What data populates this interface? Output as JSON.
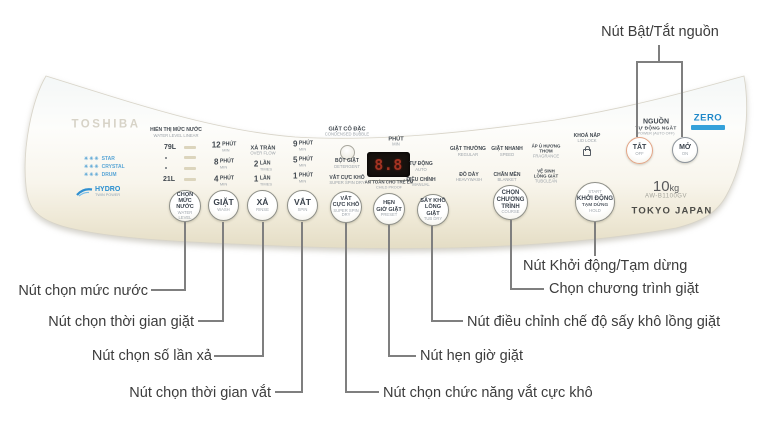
{
  "colors": {
    "accent_blue": "#2a8fd0",
    "power_off_ring": "#e3a586",
    "display_digit_red": "#b03c28",
    "panel_cream": "#e8e2cc",
    "callout_line_gray": "#7f7f7f"
  },
  "annotations": {
    "power": "Nút Bật/Tắt nguồn",
    "water_level": "Nút chọn mức nước",
    "wash_time": "Nút chọn thời gian giặt",
    "rinse_count": "Nút chọn số lần xả",
    "spin_time": "Nút chọn thời gian vắt",
    "super_spin": "Nút chọn chức năng vắt cực khô",
    "preset_timer": "Nút hẹn giờ giặt",
    "tub_dry": "Nút điều chỉnh chế độ sấy khô lồng giặt",
    "course": "Chọn chương trình giặt",
    "start": "Nút Khởi động/Tạm dừng"
  },
  "panel": {
    "brand": "TOSHIBA",
    "drum_badge": {
      "stars": "✳✳✳",
      "rows": [
        "STAR",
        "CRYSTAL",
        "DRUM"
      ]
    },
    "hydro": {
      "name": "HYDRO",
      "sub": "TWIN POWER"
    },
    "water_level": {
      "title_vn": "HIỂN THỊ MỨC NƯỚC",
      "title_en": "WATER LEVEL LINEAR",
      "max": "79L",
      "min": "21L"
    },
    "wash": {
      "rows": [
        {
          "n": "12",
          "u": "PHÚT",
          "e": "MIN"
        },
        {
          "n": "8",
          "u": "PHÚT",
          "e": "MIN"
        },
        {
          "n": "4",
          "u": "PHÚT",
          "e": "MIN"
        }
      ]
    },
    "rinse": {
      "top": {
        "vn": "XẢ TRÀN",
        "en": "OVER FLOW"
      },
      "rows": [
        {
          "n": "2",
          "u": "LẦN",
          "e": "TIMES"
        },
        {
          "n": "1",
          "u": "LẦN",
          "e": "TIMES"
        }
      ]
    },
    "spin": {
      "rows": [
        {
          "n": "9",
          "u": "PHÚT",
          "e": "MIN"
        },
        {
          "n": "5",
          "u": "PHÚT",
          "e": "MIN"
        },
        {
          "n": "1",
          "u": "PHÚT",
          "e": "MIN"
        }
      ]
    },
    "bubble": {
      "vn": "GIẶT CÔ ĐẶC",
      "en": "CONDENSED BUBBLE"
    },
    "detergent": {
      "vn": "BỘT GIẶT",
      "en": "DETERGENT"
    },
    "super_spin": {
      "vn": "VẮT CỰC KHÔ",
      "en": "SUPER SPIN DRY"
    },
    "display": {
      "unit_vn": "PHÚT",
      "unit_en": "MIN",
      "value": "8.8",
      "child_vn": "AN TOÀN CHO TRẺ EM",
      "child_en": "CHILD PROOF"
    },
    "auto": {
      "vn": "TỰ ĐỘNG",
      "en": "AUTO"
    },
    "manual": {
      "vn": "ĐIỀU CHỈNH",
      "en": "MANUAL"
    },
    "courses": [
      {
        "vn": "GIẶT THƯỜNG",
        "en": "REGULAR"
      },
      {
        "vn": "GIẶT NHANH",
        "en": "SPEED"
      },
      {
        "vn": "ẤP Ủ HƯƠNG THƠM",
        "en": "FRAGRANCE"
      },
      {
        "vn": "ĐỒ DÀY",
        "en": "HEAVYWASH"
      },
      {
        "vn": "CHĂN MỀN",
        "en": "BLANKET"
      },
      {
        "vn": "VỆ SINH LỒNG GIẶT",
        "en": "TUBCLEAN"
      }
    ],
    "lid_lock": {
      "vn": "KHOÁ NẮP",
      "en": "LID LOCK"
    },
    "power": {
      "vn": "NGUỒN",
      "sub": "TỰ ĐỘNG NGẮT",
      "en": "POWER (AUTO OFF)",
      "off": {
        "vn": "TẮT",
        "en": "OFF"
      },
      "on": {
        "vn": "MỞ",
        "en": "ON"
      }
    },
    "zero": "ZERO",
    "capacity": {
      "value": "10",
      "unit": "kg",
      "model": "AW-B1100GV",
      "origin": "TOKYO JAPAN"
    },
    "buttons": {
      "water_level": {
        "l1": "CHỌN",
        "l2": "MỨC NƯỚC",
        "e1": "WATER",
        "e2": "LEVEL"
      },
      "wash": {
        "l1": "GIẶT",
        "e1": "WASH"
      },
      "rinse": {
        "l1": "XẢ",
        "e1": "RINSE"
      },
      "spin": {
        "l1": "VẮT",
        "e1": "SPIN"
      },
      "super_spin": {
        "l1": "VẮT",
        "l2": "CỰC KHÔ",
        "e1": "SUPER SPIN",
        "e2": "DRY"
      },
      "timer": {
        "l1": "HẸN",
        "l2": "GIỜ GIẶT",
        "e1": "PRESET"
      },
      "tub_dry": {
        "l1": "SẤY KHÔ",
        "l2": "LỒNG GIẶT",
        "e1": "TUB DRY"
      },
      "course": {
        "l1": "CHỌN",
        "l2": "CHƯƠNG",
        "l3": "TRÌNH",
        "e1": "COURSE"
      },
      "start": {
        "e0": "START",
        "l1": "KHỞI ĐỘNG",
        "l2": "TẠM DỪNG",
        "e1": "HOLD"
      }
    }
  }
}
